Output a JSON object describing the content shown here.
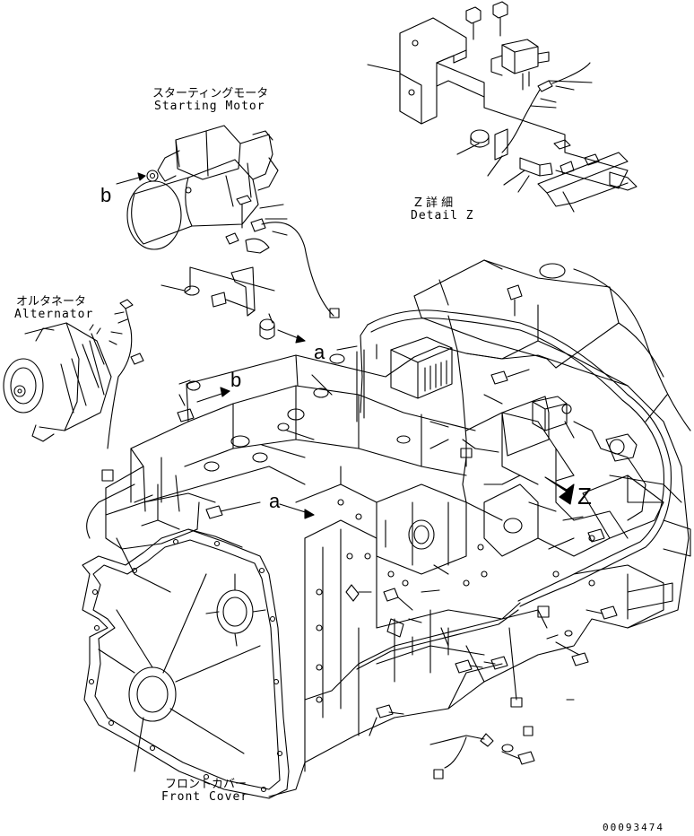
{
  "labels": {
    "starting_motor_jp": "スターティングモータ",
    "starting_motor_en": "Starting Motor",
    "alternator_jp": "オルタネータ",
    "alternator_en": "Alternator",
    "detail_z_jp": "Z 詳 細",
    "detail_z_en": "Detail Z",
    "front_cover_jp": "フロントカバー",
    "front_cover_en": "Front Cover",
    "ref_b_left": "b",
    "ref_b_block": "b",
    "ref_a_upper": "a",
    "ref_a_lower": "a",
    "ref_z": "Z",
    "drawing_number": "00093474"
  },
  "colors": {
    "line": "#000000",
    "background": "#ffffff"
  }
}
